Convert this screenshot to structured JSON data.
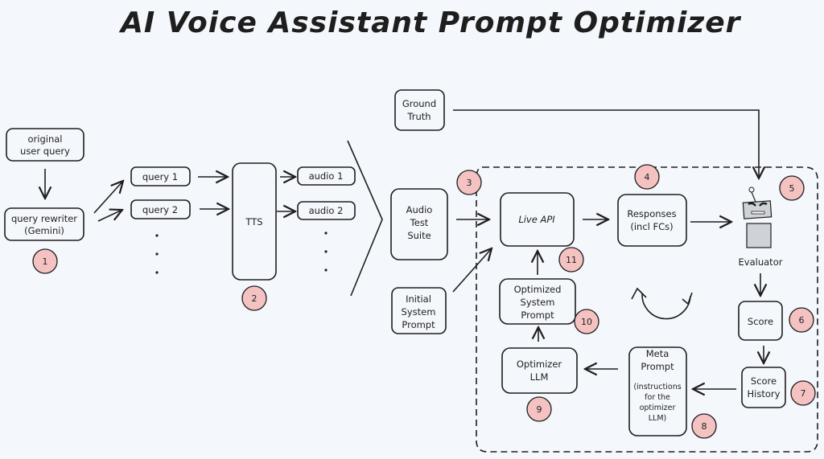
{
  "title": "AI Voice Assistant Prompt Optimizer",
  "colors": {
    "background": "#f4f7fc",
    "stroke": "#1e1e1e",
    "badge_fill": "#f5c2c2"
  },
  "nodes": {
    "original_query": {
      "lines": [
        "original",
        "user query"
      ]
    },
    "query_rewriter": {
      "lines": [
        "query rewriter",
        "(Gemini)"
      ]
    },
    "query1": {
      "lines": [
        "query 1"
      ]
    },
    "query2": {
      "lines": [
        "query 2"
      ]
    },
    "tts": {
      "lines": [
        "TTS"
      ]
    },
    "audio1": {
      "lines": [
        "audio 1"
      ]
    },
    "audio2": {
      "lines": [
        "audio 2"
      ]
    },
    "ground_truth": {
      "lines": [
        "Ground",
        "Truth"
      ]
    },
    "audio_test_suite": {
      "lines": [
        "Audio",
        "Test",
        "Suite"
      ]
    },
    "initial_system_prompt": {
      "lines": [
        "Initial",
        "System",
        "Prompt"
      ]
    },
    "live_api": {
      "lines": [
        "Live API"
      ]
    },
    "responses": {
      "lines": [
        "Responses",
        "(incl FCs)"
      ]
    },
    "evaluator": {
      "lines": [
        "Evaluator"
      ]
    },
    "score": {
      "lines": [
        "Score"
      ]
    },
    "score_history": {
      "lines": [
        "Score",
        "History"
      ]
    },
    "meta_prompt": {
      "lines": [
        "Meta",
        "Prompt"
      ],
      "sublines": [
        "(instructions",
        "for the",
        "optimizer",
        "LLM)"
      ]
    },
    "optimizer_llm": {
      "lines": [
        "Optimizer",
        "LLM"
      ]
    },
    "optimized_system_prompt": {
      "lines": [
        "Optimized",
        "System",
        "Prompt"
      ]
    }
  },
  "badges": [
    "1",
    "2",
    "3",
    "4",
    "5",
    "6",
    "7",
    "8",
    "9",
    "10",
    "11"
  ]
}
